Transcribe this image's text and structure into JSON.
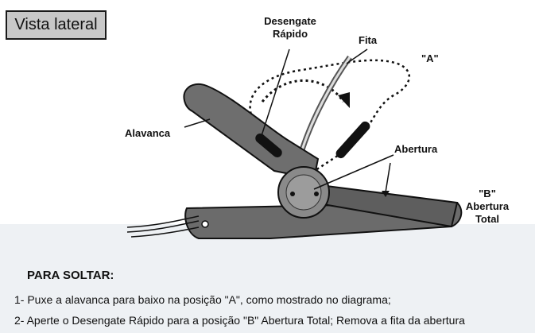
{
  "title": "Vista lateral",
  "labels": {
    "quick_release_line1": "Desengate",
    "quick_release_line2": "Rápido",
    "strap": "Fita",
    "position_a": "\"A\"",
    "lever": "Alavanca",
    "opening": "Abertura",
    "position_b": "\"B\"",
    "full_opening_line1": "Abertura",
    "full_opening_line2": "Total"
  },
  "instructions": {
    "heading": "PARA SOLTAR:",
    "step1": "1- Puxe a alavanca para baixo na posição \"A\", como mostrado no diagrama;",
    "step2": "2- Aperte o Desengate Rápido para a posição \"B\" Abertura Total; Remova a fita da abertura"
  }
}
